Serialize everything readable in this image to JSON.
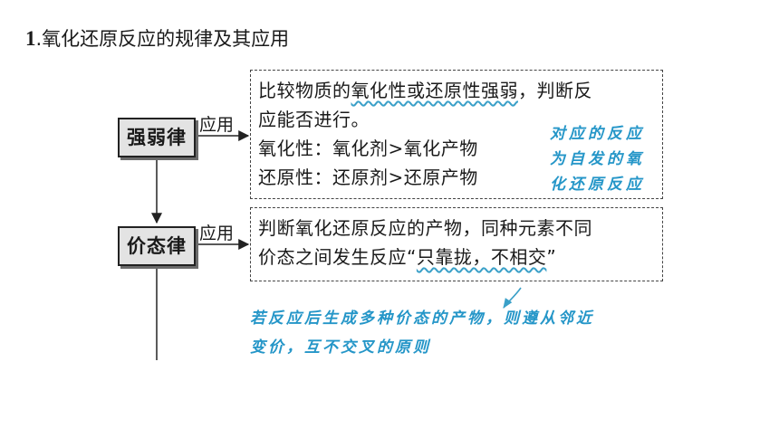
{
  "heading": {
    "number": "1",
    "title": ".氧化还原反应的规律及其应用"
  },
  "laws": [
    {
      "label": "强弱律",
      "apply_label": "应用",
      "lines": [
        {
          "pre": "比较物质的",
          "mark": "氧化性或还原性强弱",
          "post": "，判断反"
        },
        {
          "pre": "应能否进行。",
          "mark": "",
          "post": ""
        },
        {
          "pre": "氧化性：氧化剂>氧化产物",
          "mark": "",
          "post": ""
        },
        {
          "pre": "还原性：还原剂>还原产物",
          "mark": "",
          "post": ""
        }
      ],
      "note_lines": [
        "对应的反应",
        "为自发的氧",
        "化还原反应"
      ]
    },
    {
      "label": "价态律",
      "apply_label": "应用",
      "lines": [
        {
          "pre": "判断氧化还原反应的产物，同种元素不同",
          "mark": "",
          "post": ""
        },
        {
          "pre": "价态之间发生反应“",
          "mark": "只靠拢，不相交",
          "post": "”"
        }
      ],
      "note_lines": [
        "若反应后生成多种价态的产物，则遵从邻近",
        "变价，互不交叉的原则"
      ]
    }
  ],
  "colors": {
    "annotation": "#2596c8",
    "box_fill": "#e3e3e3",
    "text": "#1a1a1a"
  }
}
